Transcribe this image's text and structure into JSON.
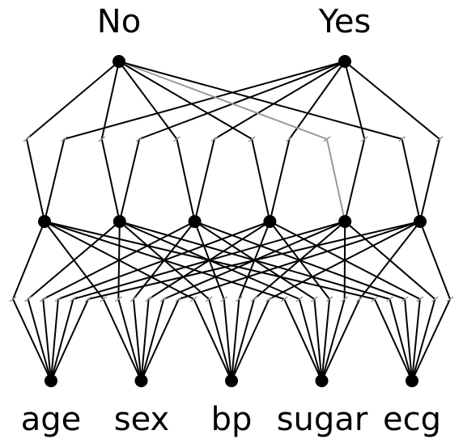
{
  "output_nodes": [
    {
      "label": "No"
    },
    {
      "label": "Yes"
    }
  ],
  "hidden_layer_size": 6,
  "input_nodes": [
    {
      "label": "age"
    },
    {
      "label": "sex"
    },
    {
      "label": "bp"
    },
    {
      "label": "sugar"
    },
    {
      "label": "ecg"
    }
  ],
  "highlighted_path": {
    "output": 0,
    "hidden": 4
  },
  "colors": {
    "edge": "#000000",
    "highlight_edge": "#999999",
    "node": "#000000",
    "background": "#ffffff"
  }
}
